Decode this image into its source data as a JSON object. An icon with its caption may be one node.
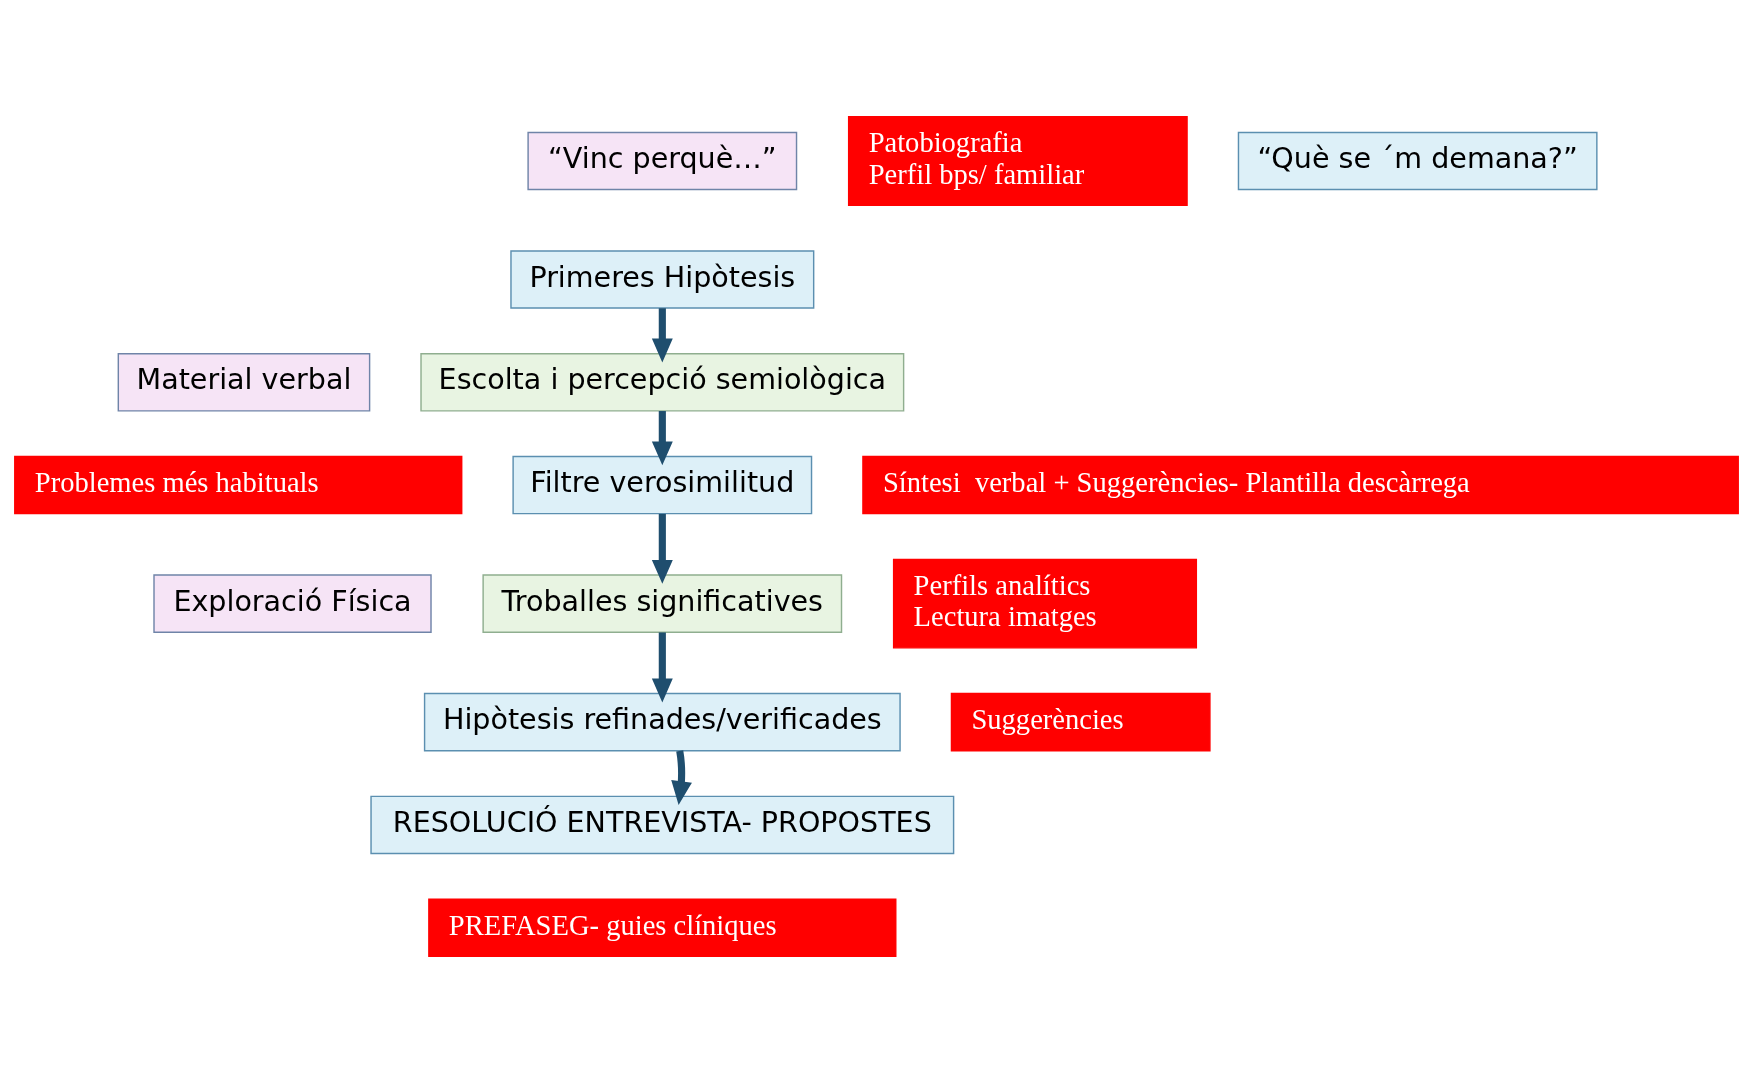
{
  "diagram": {
    "nodes": [
      {
        "text": [
          "“Vinc perquè…”"
        ]
      },
      {
        "text": [
          "Patobiografia",
          "Perfil bps/ familiar"
        ]
      },
      {
        "text": [
          "“Què se ´m demana?”"
        ]
      },
      {
        "text": [
          "Primeres Hipòtesis"
        ]
      },
      {
        "text": [
          "Material verbal"
        ]
      },
      {
        "text": [
          "Escolta i percepció semiològica"
        ]
      },
      {
        "text": [
          "Síntesi  verbal + Suggerències- Plantilla descàrrega"
        ]
      },
      {
        "text": [
          "Problemes més habituals"
        ]
      },
      {
        "text": [
          "Filtre verosimilitud"
        ]
      },
      {
        "text": [
          "Exploració Física"
        ]
      },
      {
        "text": [
          "Troballes significatives"
        ]
      },
      {
        "text": [
          "Perfils analítics",
          "Lectura imatges"
        ]
      },
      {
        "text": [
          "Hipòtesis refinades/verificades"
        ]
      },
      {
        "text": [
          "Suggerències"
        ]
      },
      {
        "text": [
          "RESOLUCIÓ ENTREVISTA- PROPOSTES"
        ]
      },
      {
        "text": [
          "PREFASEG- guies clíniques"
        ]
      }
    ],
    "edges": [
      {
        "from": 3,
        "to": 5,
        "arrow": "to"
      },
      {
        "from": 5,
        "to": 8,
        "arrow": "to"
      },
      {
        "from": 8,
        "to": 10,
        "arrow": "to"
      },
      {
        "from": 10,
        "to": 12,
        "arrow": "to"
      },
      {
        "from": 12,
        "to": 14,
        "arrow": "to"
      }
    ]
  }
}
